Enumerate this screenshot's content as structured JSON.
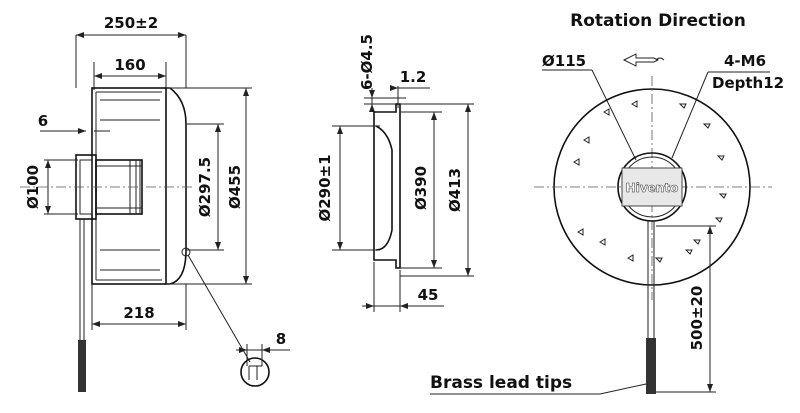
{
  "side_view": {
    "overall_width": "250±2",
    "inner_width": "160",
    "flange_offset": "6",
    "hub_dia": "Ø100",
    "inlet_dia": "Ø297.5",
    "outer_dia": "Ø455",
    "base_width": "218",
    "detail_size": "8"
  },
  "section_view": {
    "holes": "6-Ø4.5",
    "thickness": "1.2",
    "inner_dia": "Ø290±1",
    "mid_dia": "Ø390",
    "outer_dia": "Ø413",
    "depth": "45"
  },
  "front_view": {
    "title": "Rotation Direction",
    "center_dia": "Ø115",
    "thread": "4-M6",
    "thread_depth": "Depth12",
    "brand": "Hivento",
    "lead_length": "500±20",
    "lead_label": "Brass lead tips"
  }
}
